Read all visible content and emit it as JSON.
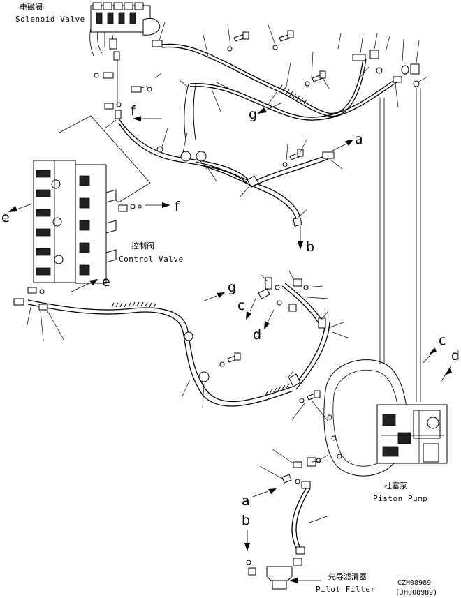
{
  "components": {
    "solenoid_valve": {
      "cn": "电磁阀",
      "en": "Solenoid Valve"
    },
    "control_valve": {
      "cn": "控制阀",
      "en": "Control Valve"
    },
    "piston_pump": {
      "cn": "柱塞泵",
      "en": "Piston Pump"
    },
    "pilot_filter": {
      "cn": "先导滤清器",
      "en": "Pilot Filter"
    }
  },
  "connection_refs": [
    "a",
    "b",
    "c",
    "d",
    "e",
    "f",
    "g"
  ],
  "drawing_codes": {
    "primary": "CZH08989",
    "secondary": "(JH008989)"
  }
}
